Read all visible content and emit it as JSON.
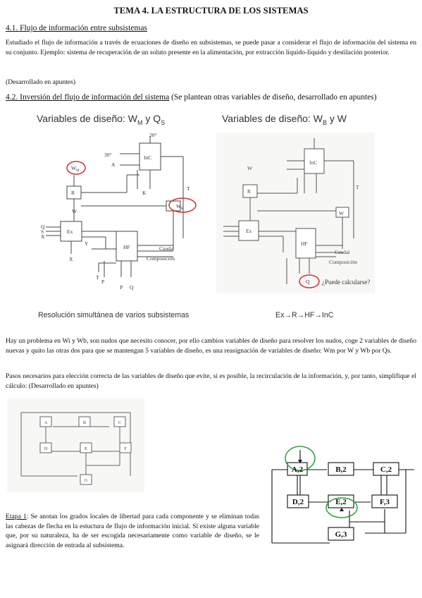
{
  "title": "TEMA 4. LA ESTRUCTURA DE LOS SISTEMAS",
  "section1": {
    "heading": "4.1. Flujo de información entre subsistemas",
    "body": "Estudiado el flujo de información a través de ecuaciones de diseño en subsistemas, se puede pasar a considerar el flujo de información del sistema en su conjunto. Ejemplo: sistema de recuperación de un soluto presente en la alimentación, por extracción líquido-líquido y destilación posterior.",
    "note": "(Desarrollado en apuntes)"
  },
  "section2": {
    "heading": "4.2. Inversión del flujo de información del sistema",
    "heading_suffix": " (Se plantean otras variables de diseño, desarrollado en apuntes)"
  },
  "figure_left": {
    "title": "Variables de diseño: W",
    "sub1": "M",
    "mid": " y Q",
    "sub2": "S",
    "caption": "Resolución simultánea de varios subsistemas",
    "labels": {
      "wm": "W",
      "wm_sub": "M",
      "wb": "W",
      "wb_sub": "B",
      "r": "R",
      "ex": "Ex",
      "hf": "HF",
      "inc": "InC",
      "w": "W",
      "ye": "Y",
      "x": "X",
      "q": "Q",
      "s": "S",
      "t": "T",
      "p": "P",
      "tb": "T",
      "k": "K",
      "a": "A",
      "deg": "30°",
      "deg2": "20°",
      "caudal": "Caudal",
      "composicion": "Composición"
    }
  },
  "figure_right": {
    "title": "Variables de diseño: W",
    "sub1": "B",
    "mid": " y W",
    "question": "¿Puede calcularse?",
    "caption": "Ex→R→HF→InC",
    "qs": "Q"
  },
  "paragraph3": "Hay un problema en Wi y Wb, son nudos que necesito conocer, por ello cambios variables de diseño para resolver los nudos, coge 2 variables de diseño nuevas y quito las otras dos para que se mantengan 5 variables de diseño, es una reasignación de variables de diseño: Wm por W y Wb por Qs.",
  "paragraph4": "Pasos necesarios para elección correcta de las variables de diseño que evite, si es posible, la recirculación de la información, y, por tanto, simplifique el cálculo: (Desarrollado en apuntes)",
  "graph_small": {
    "nodes": [
      "A",
      "B",
      "C",
      "D",
      "E",
      "F",
      "G"
    ]
  },
  "etapa": {
    "label": "Etapa 1",
    "text": ": Se anotan los grados locales de libertad para cada componente y se eliminan todas las cabezas de flecha en la estuctura de flujo de información inicial. Si existe alguna variable que, por su naturaleza, ha de ser escogida necesariamente como variable de diseño, se le asignará dirección de entrada al subsistema."
  },
  "graph_big": {
    "nodes": [
      "A,2",
      "B,2",
      "C,2",
      "D,2",
      "E,2",
      "F,3",
      "G,3"
    ]
  }
}
